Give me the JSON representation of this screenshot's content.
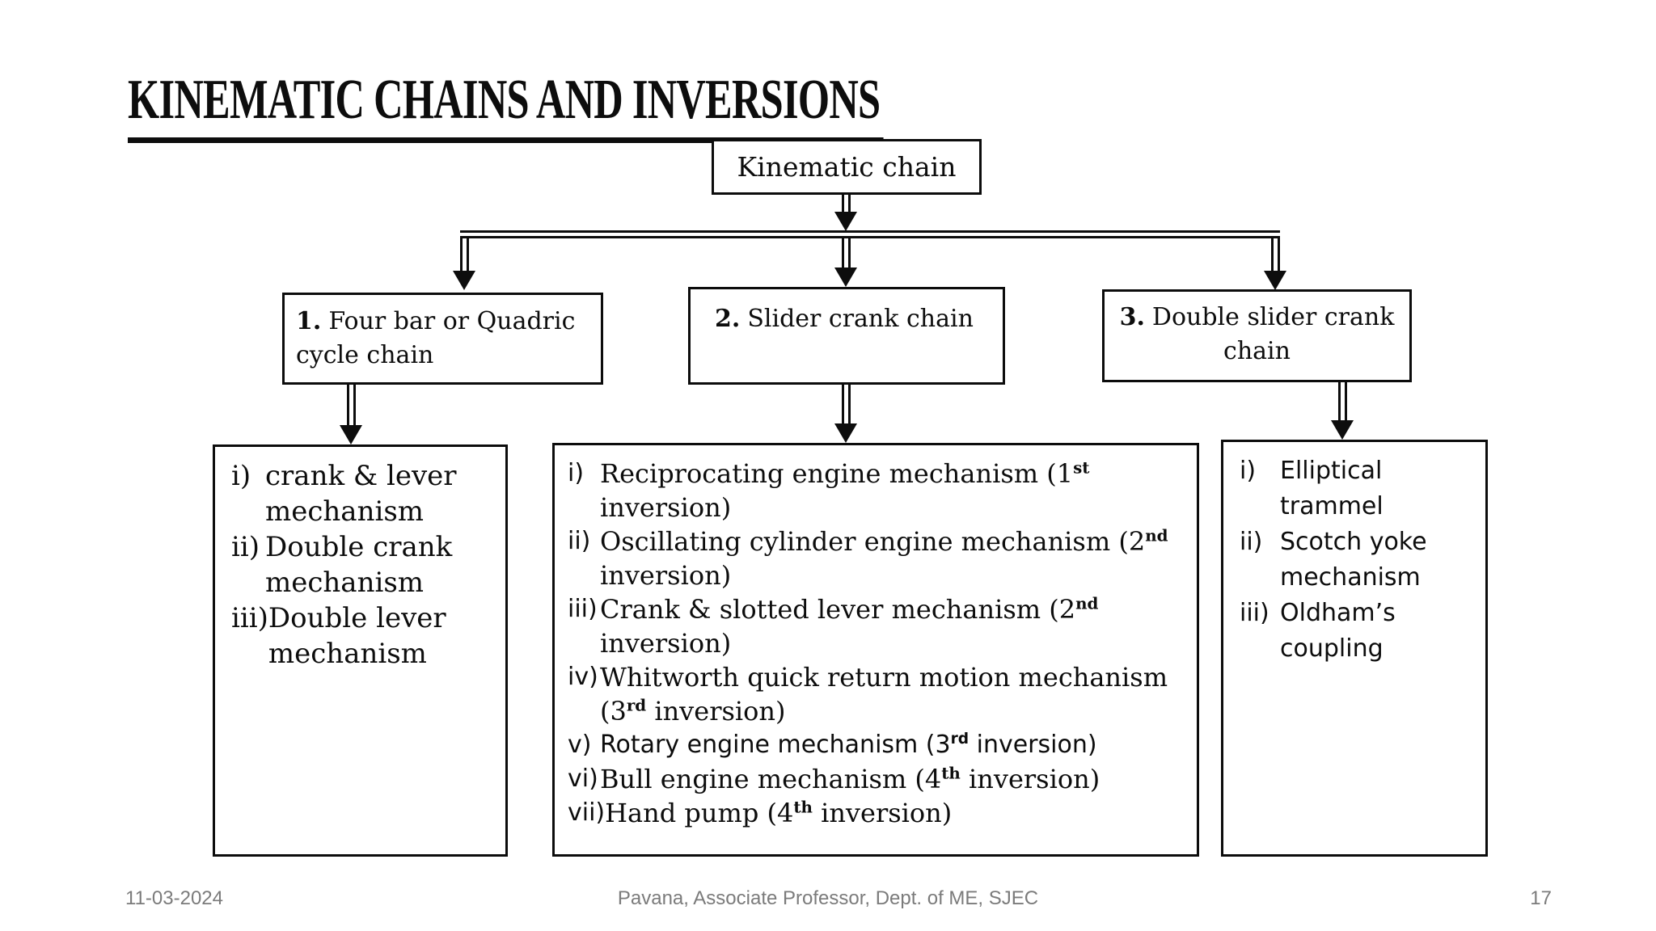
{
  "slide": {
    "title": "KINEMATIC CHAINS AND INVERSIONS"
  },
  "diagram": {
    "root_label": "Kinematic chain",
    "branches": [
      {
        "number": "1.",
        "label": "Four bar or Quadric cycle chain"
      },
      {
        "number": "2.",
        "label": "Slider crank chain"
      },
      {
        "number": "3.",
        "label": "Double slider crank chain"
      }
    ],
    "leaves": [
      {
        "name": "four-bar-inversions",
        "items": [
          {
            "marker": "i)",
            "segments": [
              {
                "t": "crank & lever mechanism"
              }
            ]
          },
          {
            "marker": "ii)",
            "segments": [
              {
                "t": "Double crank mechanism"
              }
            ]
          },
          {
            "marker": "iii)",
            "segments": [
              {
                "t": "Double lever mechanism"
              }
            ]
          }
        ]
      },
      {
        "name": "slider-crank-inversions",
        "items": [
          {
            "marker": "i)",
            "segments": [
              {
                "t": "Reciprocating engine mechanism (1"
              },
              {
                "t": "st",
                "sup": true
              },
              {
                "t": " inversion)"
              }
            ]
          },
          {
            "marker": "ii)",
            "segments": [
              {
                "t": "Oscillating cylinder engine mechanism (2"
              },
              {
                "t": "nd",
                "sup": true
              },
              {
                "t": " inversion)"
              }
            ]
          },
          {
            "marker": "iii)",
            "segments": [
              {
                "t": "Crank & slotted lever mechanism (2"
              },
              {
                "t": "nd",
                "sup": true
              },
              {
                "t": " inversion)"
              }
            ]
          },
          {
            "marker": "iv)",
            "segments": [
              {
                "t": "Whitworth quick return motion mechanism (3"
              },
              {
                "t": "rd",
                "sup": true
              },
              {
                "t": " inversion)"
              }
            ]
          },
          {
            "marker": "v)",
            "segments": [
              {
                "t": "Rotary engine mechanism (3"
              },
              {
                "t": "rd",
                "sup": true
              },
              {
                "t": " inversion)"
              }
            ]
          },
          {
            "marker": "vi)",
            "segments": [
              {
                "t": "Bull engine mechanism (4"
              },
              {
                "t": "th",
                "sup": true
              },
              {
                "t": " inversion)"
              }
            ]
          },
          {
            "marker": "vii)",
            "segments": [
              {
                "t": "Hand pump (4"
              },
              {
                "t": "th",
                "sup": true
              },
              {
                "t": " inversion)"
              }
            ]
          }
        ]
      },
      {
        "name": "double-slider-inversions",
        "items": [
          {
            "marker": "i)",
            "segments": [
              {
                "t": "Elliptical trammel"
              }
            ]
          },
          {
            "marker": "ii)",
            "segments": [
              {
                "t": "Scotch yoke mechanism"
              }
            ]
          },
          {
            "marker": "iii)",
            "segments": [
              {
                "t": "Oldham’s coupling"
              }
            ]
          }
        ]
      }
    ]
  },
  "footer": {
    "date": "11-03-2024",
    "credit": "Pavana, Associate Professor, Dept. of ME, SJEC",
    "page": "17"
  },
  "colors": {
    "background": "#ffffff",
    "ink": "#0d0d0d",
    "footer_text": "#7b7b7b"
  }
}
